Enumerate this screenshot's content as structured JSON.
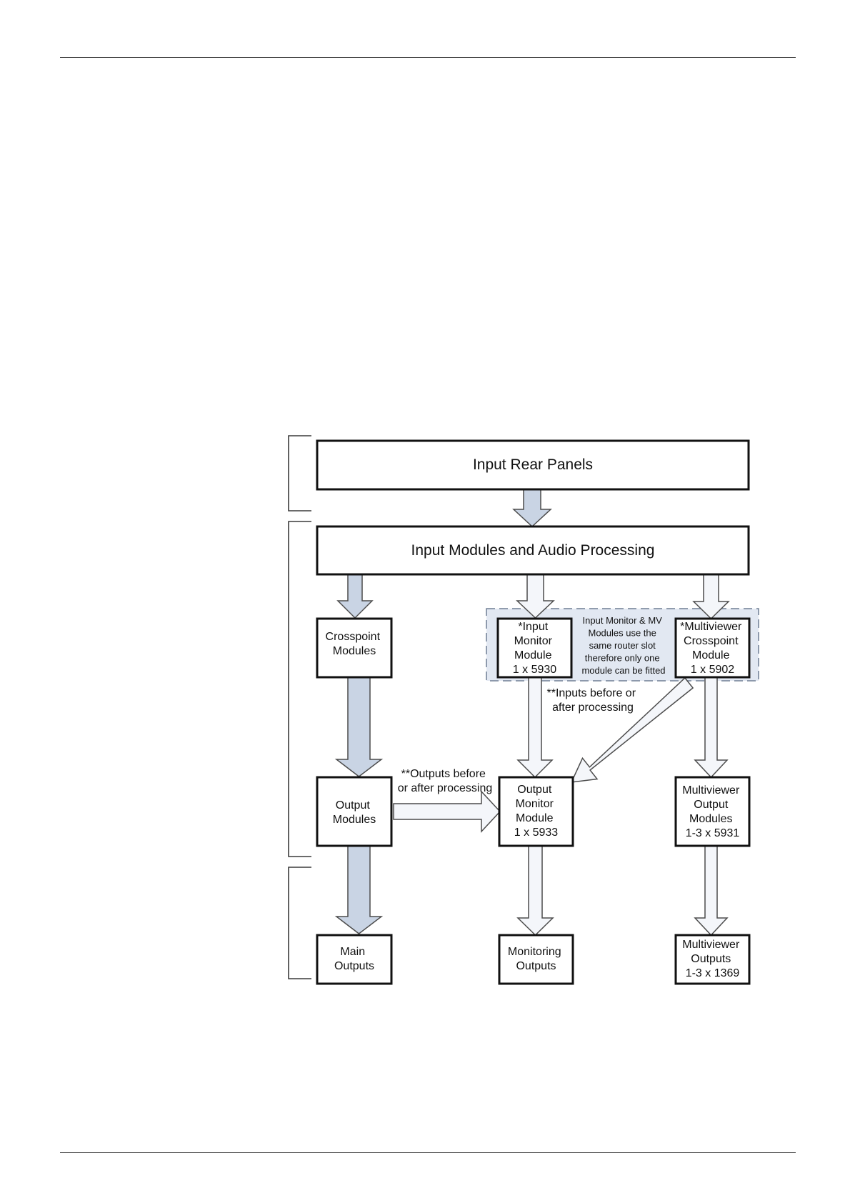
{
  "boxes": {
    "input_rear_panels": [
      "Input Rear Panels"
    ],
    "input_modules": [
      "Input Modules and Audio Processing"
    ],
    "crosspoint_modules": [
      "Crosspoint",
      "Modules"
    ],
    "input_monitor_module": [
      "*Input",
      "Monitor",
      "Module",
      "1 x 5930"
    ],
    "multiviewer_crosspoint": [
      "*Multiviewer",
      "Crosspoint",
      "Module",
      "1 x 5902"
    ],
    "output_modules": [
      "Output",
      "Modules"
    ],
    "output_monitor_module": [
      "Output",
      "Monitor",
      "Module",
      "1 x 5933"
    ],
    "multiviewer_output_modules": [
      "Multiviewer",
      "Output",
      "Modules",
      "1-3 x 5931"
    ],
    "main_outputs": [
      "Main",
      "Outputs"
    ],
    "monitoring_outputs": [
      "Monitoring",
      "Outputs"
    ],
    "multiviewer_outputs": [
      "Multiviewer",
      "Outputs",
      "1-3 x 1369"
    ]
  },
  "notes": {
    "slot_note": [
      "Input Monitor & MV",
      "Modules use the",
      "same router slot",
      "therefore only one",
      "module can be fitted"
    ],
    "inputs_processing": [
      "**Inputs before or",
      "after  processing"
    ],
    "outputs_processing": [
      "**Outputs before",
      "or after processing"
    ]
  },
  "colors": {
    "arrow_blue": "#c9d4e4",
    "arrow_white": "#f4f6fa",
    "shared_slot_zone": "#e2e8f2"
  }
}
